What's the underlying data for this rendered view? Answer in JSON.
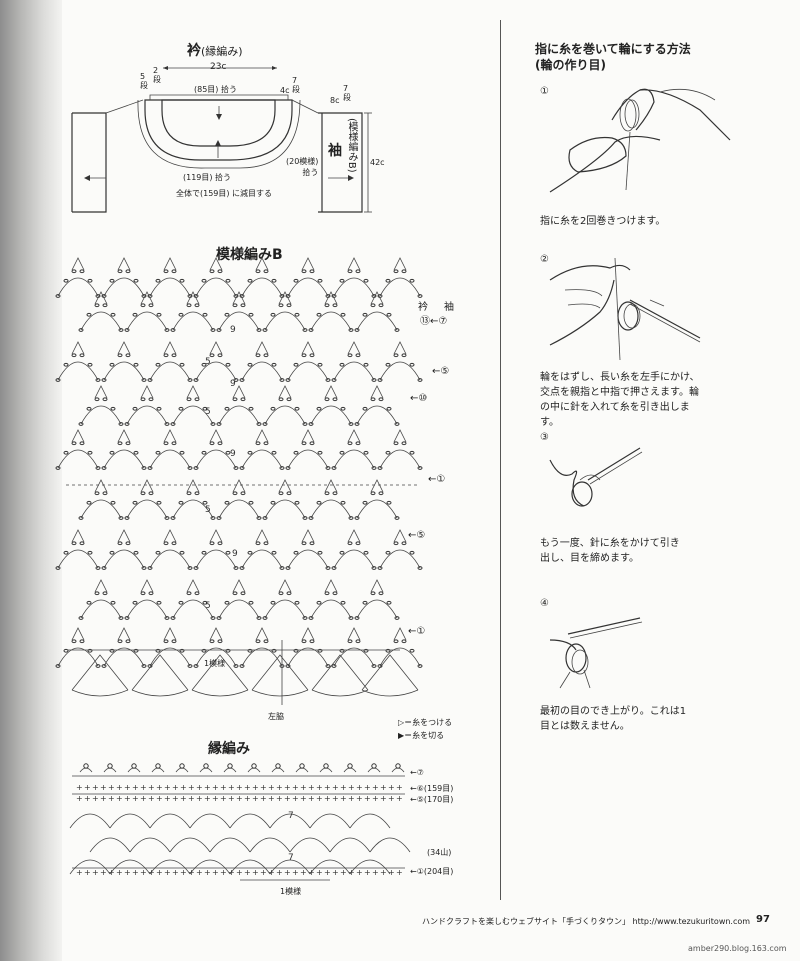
{
  "collar": {
    "title": "衿",
    "title_sub": "(縁編み)",
    "width_label": "23c",
    "left_rows_a": "5",
    "left_rows_a_unit": "段",
    "left_rows_b": "2",
    "left_rows_b_unit": "段",
    "top_pick": "(85目) 拾う",
    "right_4c": "4c",
    "right_rows": "7",
    "right_rows_unit": "段",
    "bottom_pick": "(119目) 拾う",
    "reduce_note": "全体で(159目) に減目する"
  },
  "sleeve": {
    "label": "袖",
    "pattern_label": "(模様編みB)",
    "rows_8c": "8c",
    "rows_7": "7",
    "rows_unit": "段",
    "pick": "(20模様)",
    "pick2": "拾う",
    "height": "42c"
  },
  "patternB": {
    "title": "模様編みB",
    "col_label_left": "衿",
    "col_label_right": "袖",
    "row_13": "⑬",
    "row_7": "⑦",
    "row_5": "⑤",
    "row_10": "⑩",
    "row_1a": "①",
    "row_5b": "⑤",
    "row_1b": "①",
    "chain_9": "9",
    "chain_5": "5",
    "one_repeat": "1模様",
    "side": "左脇"
  },
  "legend": {
    "attach": "▷＝糸をつける",
    "cut": "▶＝糸を切る"
  },
  "edging": {
    "title": "縁編み",
    "row_7": "⑦",
    "row_6": "⑥(159目)",
    "row_5": "⑤(170目)",
    "row_34": "(34山)",
    "row_1": "①(204目)",
    "chain_7": "7",
    "one_repeat": "1模様"
  },
  "howto": {
    "title": "指に糸を巻いて輪にする方法",
    "subtitle": "(輪の作り目)",
    "step1_num": "①",
    "step1_text": "指に糸を2回巻きつけます。",
    "step2_num": "②",
    "step2_text": "輪をはずし、長い糸を左手にかけ、交点を親指と中指で押さえます。輪の中に針を入れて糸を引き出します。",
    "step3_num": "③",
    "step3_text": "もう一度、針に糸をかけて引き出し、目を締めます。",
    "step4_num": "④",
    "step4_text": "最初の目のでき上がり。これは1目とは数えません。"
  },
  "footer": {
    "site_text": "ハンドクラフトを楽しむウェブサイト「手づくりタウン」 http://www.tezukuritown.com",
    "page_number": "97",
    "watermark_url": "amber290.blog.163.com"
  }
}
